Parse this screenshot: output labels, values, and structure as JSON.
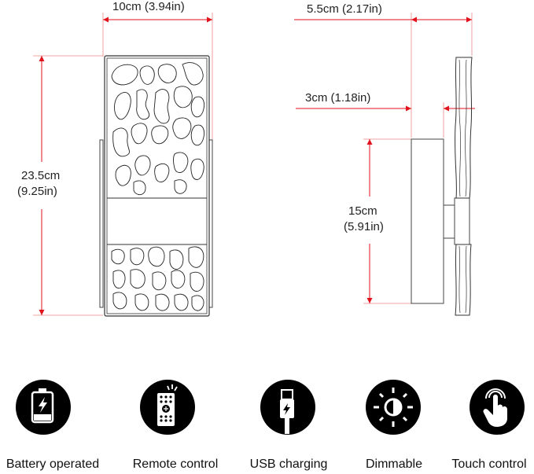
{
  "dimensions": {
    "width": "10cm (3.94in)",
    "height_cm": "23.5cm",
    "height_in": "(9.25in)",
    "depth_total": "5.5cm (2.17in)",
    "depth_base": "3cm (1.18in)",
    "base_height_cm": "15cm",
    "base_height_in": "(5.91in)"
  },
  "colors": {
    "dimension_line": "#e0121b",
    "outline": "#333333",
    "icon_bg": "#000000"
  },
  "features": [
    {
      "label": "Battery operated",
      "icon": "battery-charging-icon"
    },
    {
      "label": "Remote control",
      "icon": "remote-control-icon"
    },
    {
      "label": "USB charging",
      "icon": "usb-charging-icon"
    },
    {
      "label": "Dimmable",
      "icon": "dimmable-icon"
    },
    {
      "label": "Touch control",
      "icon": "touch-icon"
    }
  ]
}
